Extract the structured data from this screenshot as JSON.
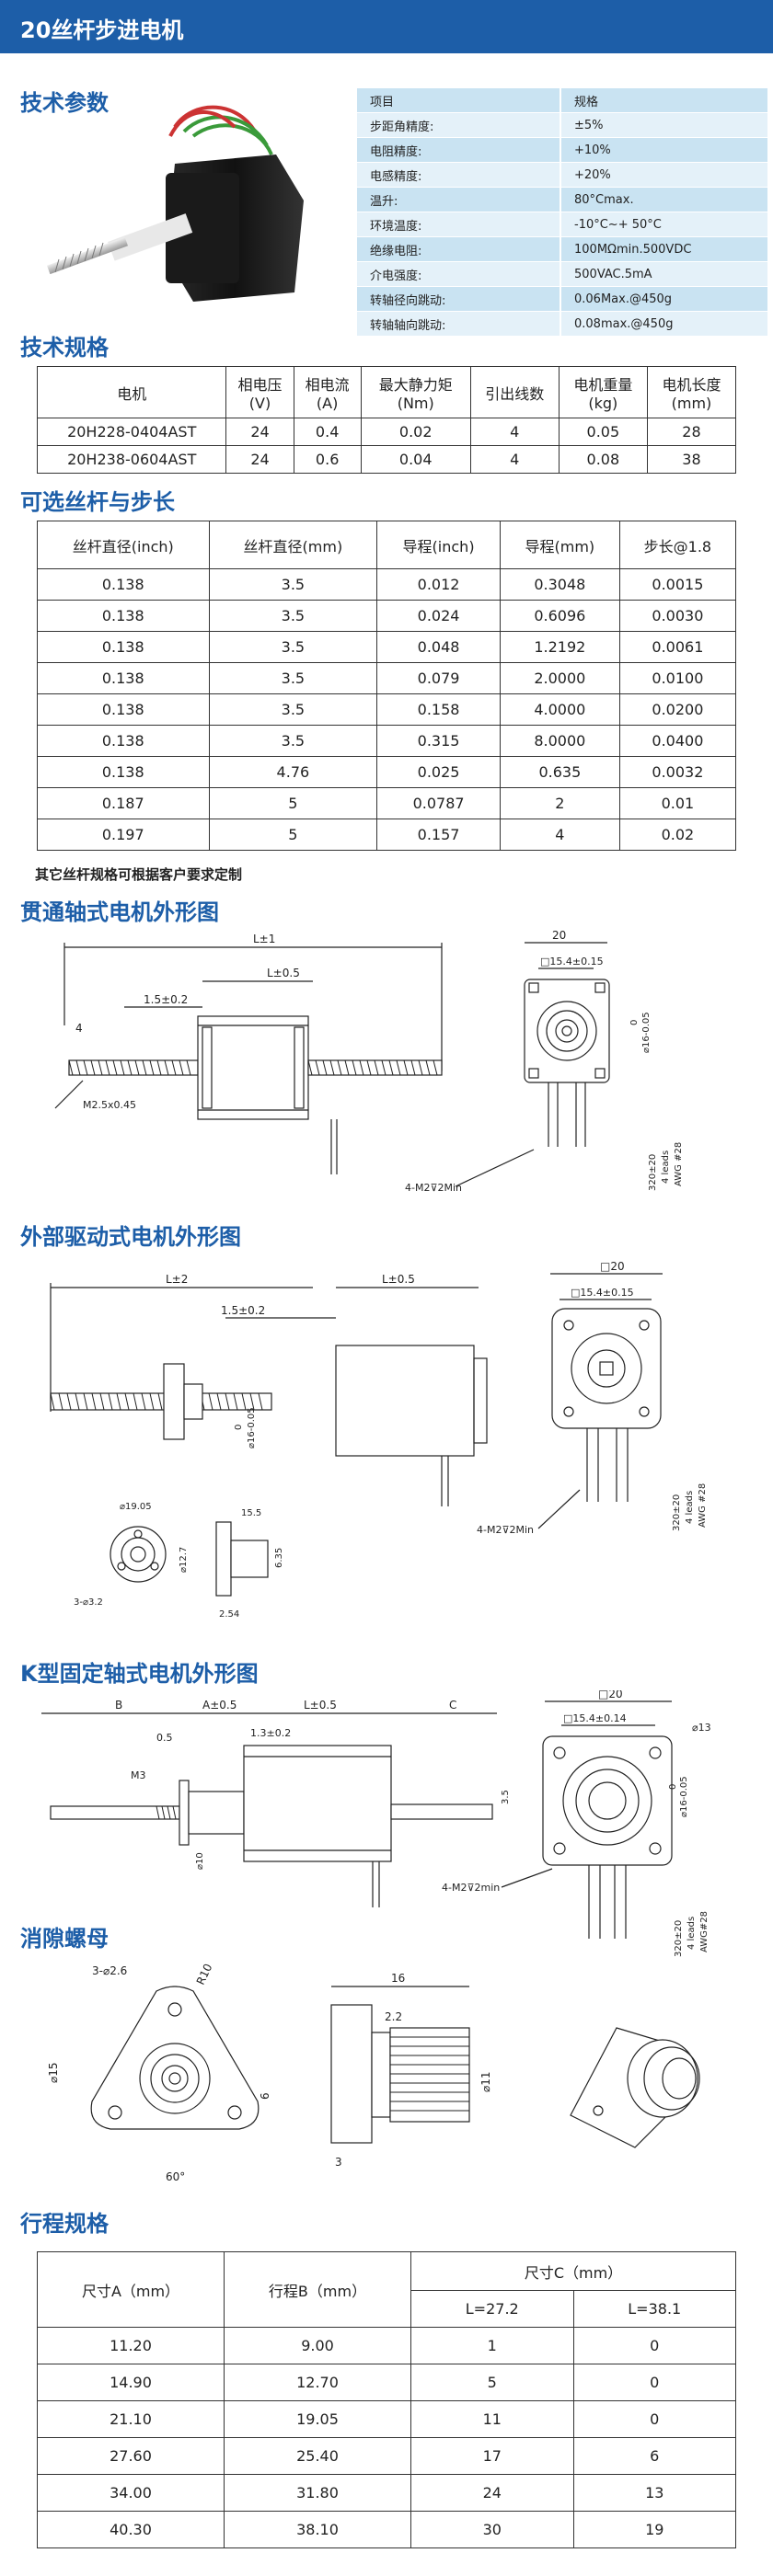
{
  "header": {
    "title": "20丝杆步进电机"
  },
  "sections": {
    "tech_params": "技术参数",
    "tech_specs": "技术规格",
    "screw_lead": "可选丝杆与步长",
    "through_shaft": "贯通轴式电机外形图",
    "external": "外部驱动式电机外形图",
    "k_type": "K型固定轴式电机外形图",
    "nut": "消隙螺母",
    "stroke": "行程规格"
  },
  "params": [
    [
      "项目",
      "规格"
    ],
    [
      "步距角精度:",
      "±5%"
    ],
    [
      "电阻精度:",
      "+10%"
    ],
    [
      "电感精度:",
      "+20%"
    ],
    [
      "温升:",
      "80°Cmax."
    ],
    [
      "环境温度:",
      "-10°C~+ 50°C"
    ],
    [
      "绝缘电阻:",
      "100MΩmin.500VDC"
    ],
    [
      "介电强度:",
      "500VAC.5mA"
    ],
    [
      "转轴径向跳动:",
      "0.06Max.@450g"
    ],
    [
      "转轴轴向跳动:",
      "0.08max.@450g"
    ]
  ],
  "specs": {
    "headers": [
      [
        "电机"
      ],
      [
        "相电压",
        "(V)"
      ],
      [
        "相电流",
        "(A)"
      ],
      [
        "最大静力矩",
        "(Nm)"
      ],
      [
        "引出线数"
      ],
      [
        "电机重量",
        "(kg)"
      ],
      [
        "电机长度",
        "(mm)"
      ]
    ],
    "rows": [
      [
        "20H228-0404AST",
        "24",
        "0.4",
        "0.02",
        "4",
        "0.05",
        "28"
      ],
      [
        "20H238-0604AST",
        "24",
        "0.6",
        "0.04",
        "4",
        "0.08",
        "38"
      ]
    ]
  },
  "leads": {
    "headers": [
      "丝杆直径(inch)",
      "丝杆直径(mm)",
      "导程(inch)",
      "导程(mm)",
      "步长@1.8"
    ],
    "rows": [
      [
        "0.138",
        "3.5",
        "0.012",
        "0.3048",
        "0.0015"
      ],
      [
        "0.138",
        "3.5",
        "0.024",
        "0.6096",
        "0.0030"
      ],
      [
        "0.138",
        "3.5",
        "0.048",
        "1.2192",
        "0.0061"
      ],
      [
        "0.138",
        "3.5",
        "0.079",
        "2.0000",
        "0.0100"
      ],
      [
        "0.138",
        "3.5",
        "0.158",
        "4.0000",
        "0.0200"
      ],
      [
        "0.138",
        "3.5",
        "0.315",
        "8.0000",
        "0.0400"
      ],
      [
        "0.138",
        "4.76",
        "0.025",
        "0.635",
        "0.0032"
      ],
      [
        "0.187",
        "5",
        "0.0787",
        "2",
        "0.01"
      ],
      [
        "0.197",
        "5",
        "0.157",
        "4",
        "0.02"
      ]
    ],
    "note": "其它丝杆规格可根据客户要求定制"
  },
  "d1": {
    "l1": "L±1",
    "l2": "L±0.5",
    "l3": "1.5±0.2",
    "l4": "4",
    "l5": "M2.5x0.45",
    "l6": "20",
    "l7": "□15.4±0.15",
    "l8": "4-M2⊽2Min",
    "l9": "⌀16-0.05",
    "l10": "0",
    "l11": "320±20",
    "l12": "4 leads",
    "l13": "AWG #28"
  },
  "d2": {
    "l1": "L±2",
    "l2": "L±0.5",
    "l3": "1.5±0.2",
    "l4": "0",
    "l5": "⌀16-0.05",
    "l6": "⌀19.05",
    "l7": "⌀12.7",
    "l8": "3-⌀3.2",
    "l9": "15.5",
    "l10": "6.35",
    "l11": "2.54",
    "l12": "□20",
    "l13": "□15.4±0.15",
    "l14": "4-M2⊽2Min",
    "l15": "320±20",
    "l16": "4 leads",
    "l17": "AWG #28"
  },
  "d3": {
    "l1": "B",
    "l2": "A±0.5",
    "l3": "L±0.5",
    "l4": "C",
    "l5": "0.5",
    "l6": "1.3±0.2",
    "l7": "M3",
    "l8": "⌀10",
    "l9": "3.5",
    "l10": "□20",
    "l11": "□15.4±0.14",
    "l12": "⌀13",
    "l13": "4-M2⊽2min",
    "l14": "320±20",
    "l15": "4 leads",
    "l16": "AWG#28",
    "l17": "0",
    "l18": "⌀16-0.05"
  },
  "d4": {
    "l1": "3-⌀2.6",
    "l2": "R10",
    "l3": "⌀15",
    "l4": "60°",
    "l5": "6",
    "l6": "16",
    "l7": "2.2",
    "l8": "⌀11",
    "l9": "3"
  },
  "stroke": {
    "h1": "尺寸A（mm）",
    "h2": "行程B（mm）",
    "h3": "尺寸C（mm）",
    "h4": "L=27.2",
    "h5": "L=38.1",
    "rows": [
      [
        "11.20",
        "9.00",
        "1",
        "0"
      ],
      [
        "14.90",
        "12.70",
        "5",
        "0"
      ],
      [
        "21.10",
        "19.05",
        "11",
        "0"
      ],
      [
        "27.60",
        "25.40",
        "17",
        "6"
      ],
      [
        "34.00",
        "31.80",
        "24",
        "13"
      ],
      [
        "40.30",
        "38.10",
        "30",
        "19"
      ]
    ]
  }
}
